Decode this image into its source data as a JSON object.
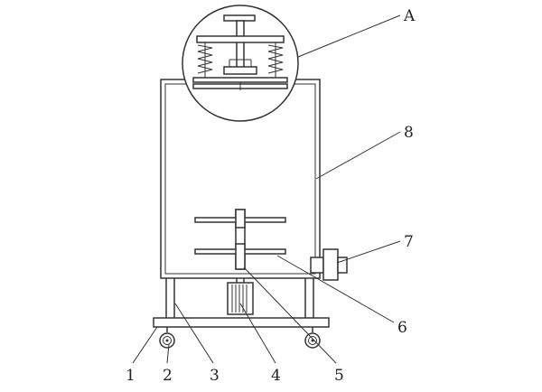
{
  "figure": {
    "callouts": [
      {
        "id": "A",
        "label": "A"
      },
      {
        "id": "8",
        "label": "8"
      },
      {
        "id": "7",
        "label": "7"
      },
      {
        "id": "6",
        "label": "6"
      },
      {
        "id": "1",
        "label": "1"
      },
      {
        "id": "2",
        "label": "2"
      },
      {
        "id": "3",
        "label": "3"
      },
      {
        "id": "4",
        "label": "4"
      },
      {
        "id": "5",
        "label": "5"
      }
    ],
    "line_color": "#333333",
    "background": "#ffffff"
  }
}
